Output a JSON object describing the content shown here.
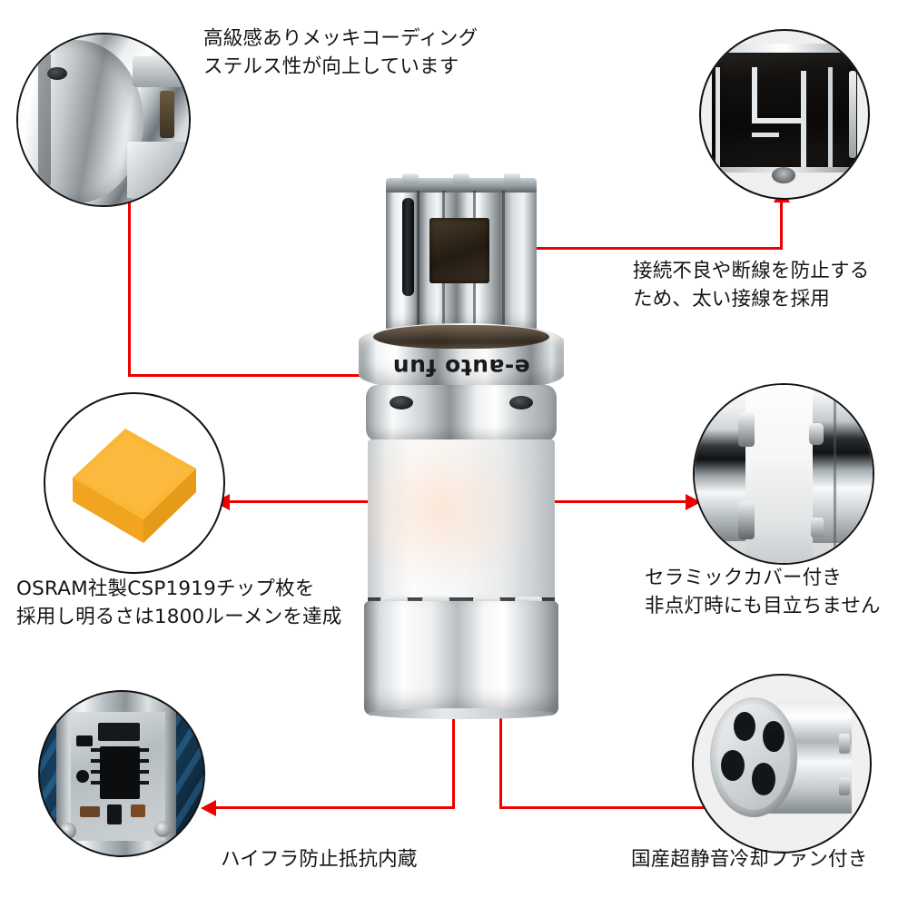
{
  "page": {
    "title": "e-auto fun LED bulb feature infographic",
    "background_color": "#ffffff",
    "accent_color": "#ee0000",
    "text_color": "#141414",
    "chip_color": "#f8b12c"
  },
  "product": {
    "brand_text": "e-auto fun",
    "brand_orientation": "upside-down",
    "parts": [
      {
        "name": "socket-top",
        "label": "socket with contact blades"
      },
      {
        "name": "collar",
        "label": "branded chrome collar"
      },
      {
        "name": "ceramic-cover",
        "label": "white ceramic cover"
      },
      {
        "name": "fan-housing",
        "label": "chrome cooling fan housing"
      }
    ]
  },
  "callouts": [
    {
      "id": "plating",
      "icon": "chrome-plating-closeup",
      "caption": "高級感ありメッキコーディング\nステルス性が向上しています",
      "bubble_position": "top-left",
      "arrow_direction": "up"
    },
    {
      "id": "wiring",
      "icon": "thick-wire-closeup",
      "caption": "接続不良や断線を防止する\nため、太い接線を採用",
      "bubble_position": "top-right",
      "arrow_direction": "up"
    },
    {
      "id": "chip",
      "icon": "led-chip-cube",
      "caption": "OSRAM社製CSP1919チップ枚を\n採用し明るさは1800ルーメンを達成",
      "bubble_position": "middle-left",
      "arrow_direction": "left"
    },
    {
      "id": "ceramic",
      "icon": "ceramic-cover-closeup",
      "caption": "セラミックカバー付き\n非点灯時にも目立ちません",
      "bubble_position": "middle-right",
      "arrow_direction": "right"
    },
    {
      "id": "resistor",
      "icon": "circuit-board-closeup",
      "caption": "ハイフラ防止抵抗内蔵",
      "bubble_position": "bottom-left",
      "arrow_direction": "left"
    },
    {
      "id": "fan",
      "icon": "cooling-fan-closeup",
      "caption": "国産超静音冷却ファン付き",
      "bubble_position": "bottom-right",
      "arrow_direction": "right"
    }
  ]
}
